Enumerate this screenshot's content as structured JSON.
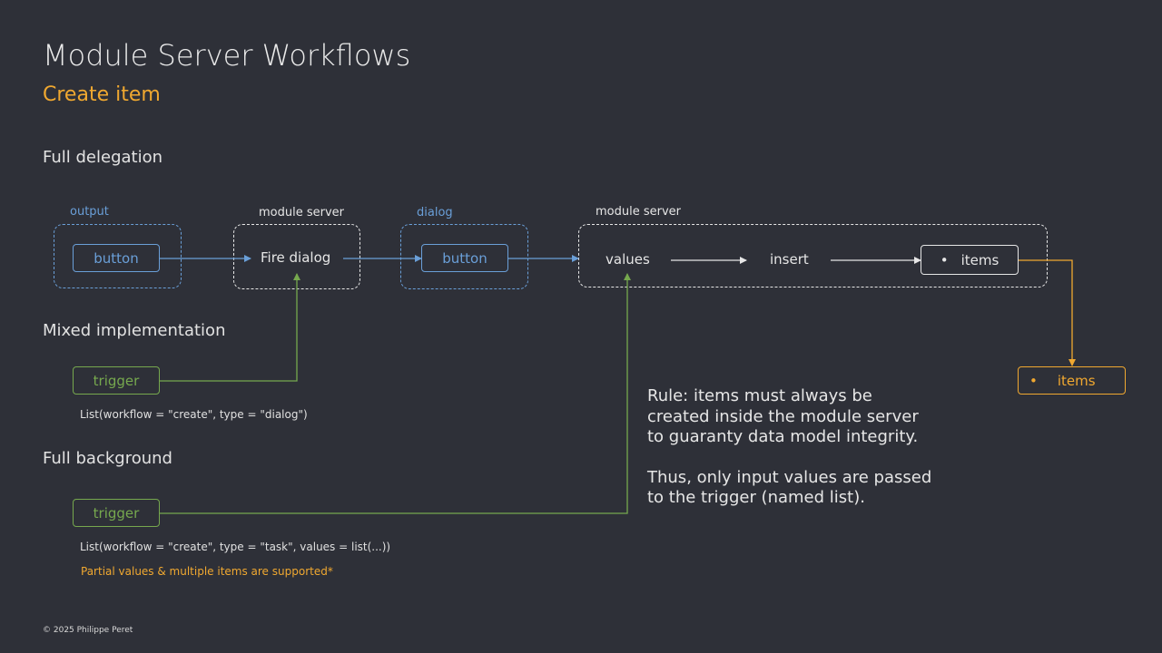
{
  "slide": {
    "title": "Module Server Workflows",
    "subtitle": "Create item"
  },
  "sections": {
    "full_delegation": "Full delegation",
    "mixed_implementation": "Mixed implementation",
    "full_background": "Full background"
  },
  "groups": {
    "output_label": "output",
    "module_server_1_label": "module server",
    "dialog_label": "dialog",
    "module_server_2_label": "module server"
  },
  "nodes": {
    "output_button": "button",
    "fire_dialog": "Fire dialog",
    "dialog_button": "button",
    "values": "values",
    "insert": "insert",
    "items_bullet": "•",
    "items": "items",
    "trigger_mixed": "trigger",
    "trigger_background": "trigger",
    "items_external_bullet": "•",
    "items_external": "items"
  },
  "code": {
    "mixed": "List(workflow = \"create\", type = \"dialog\")",
    "background": "List(workflow = \"create\", type = \"task\", values = list(...))"
  },
  "notes": {
    "partial": "Partial values & multiple items are supported*"
  },
  "rule": {
    "line1": "Rule: items must always be created inside the module server to guaranty data model integrity.",
    "line2": "Thus, only input values are passed to the trigger (named list)."
  },
  "footer": "© 2025 Philippe Peret",
  "colors": {
    "background": "#2e3038",
    "blue": "#6a9fd8",
    "green": "#76a84e",
    "orange": "#f0a830",
    "white": "#e6e6e6"
  }
}
